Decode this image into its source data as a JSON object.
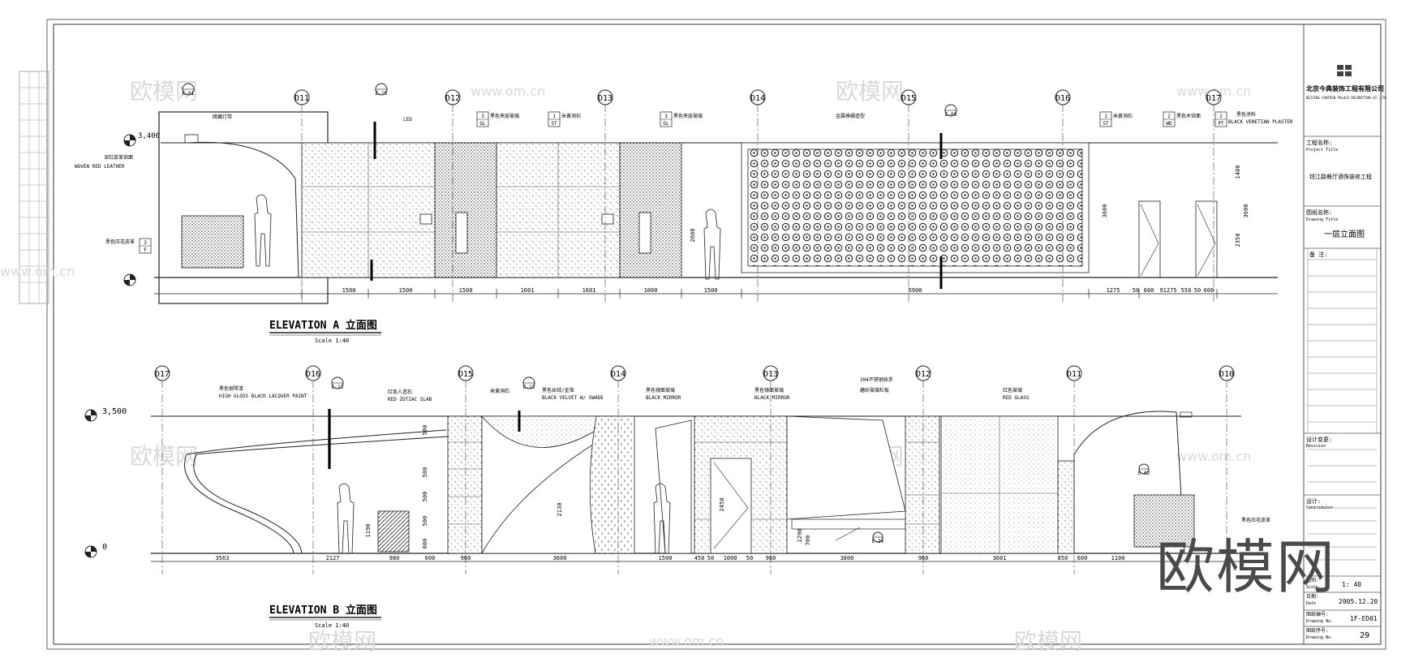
{
  "company": {
    "name": "北京今典装饰工程有限公司",
    "name_en": "BEIJING CANTEEN PALACE DECORATION CO.,LTD"
  },
  "title_block": {
    "project_label_cn": "工程名称:",
    "project_label_en": "Project Title",
    "project_name": "钱江路餐厅酒饰装修工程",
    "drawing_label_cn": "图纸名称:",
    "drawing_label_en": "Drawing Title",
    "drawing_title": "一层立面图",
    "remarks_label": "备 注:",
    "revision_label": "设计变更:",
    "revision_label_en": "Revision",
    "design_label": "设计:",
    "design_label_en": "Contributor",
    "scale_label": "比例:",
    "scale_label_en": "Scale",
    "scale_value": "1: 40",
    "date_label": "日期:",
    "date_label_en": "Date",
    "date_value": "2005.12.20",
    "drawing_no_label": "图纸编号:",
    "drawing_no_label_en": "Drawing No.",
    "drawing_no_value": "1F-ED01",
    "sheet_no_label": "图纸序号:",
    "sheet_no_label_en": "Drawing No.",
    "sheet_no_value": "29"
  },
  "elevation_a": {
    "title": "ELEVATION   A 立面图",
    "scale": "Scale    1:40",
    "level_top": "3,400",
    "grid_labels": [
      "D11",
      "D12",
      "D13",
      "D14",
      "D15",
      "D16",
      "D17"
    ],
    "callouts": [
      "E-01",
      "E-15",
      "E-08"
    ],
    "labels": {
      "light_slot": "暗藏灯带",
      "leather": "深红皮革饰面",
      "leather_en": "WOVEN RED LEATHER",
      "sofa_leather": "黑色压花皮革",
      "led": "LED",
      "glass1": "黑色夹层玻璃",
      "stone1": "米黄洞石",
      "glass2": "黑色夹层玻璃",
      "lattice": "金属格栅造型",
      "stone2": "米黄洞石",
      "door_panel": "黑色木饰面",
      "plaster": "黑色涂料",
      "plaster_en": "BLACK VENETIAN PLASTER"
    },
    "material_tags": [
      {
        "num": "3",
        "code": "GL"
      },
      {
        "num": "1",
        "code": "ST"
      },
      {
        "num": "3",
        "code": "GL"
      },
      {
        "num": "1",
        "code": "ST"
      },
      {
        "num": "2",
        "code": "WD"
      },
      {
        "num": "2",
        "code": "PT"
      },
      {
        "num": "3",
        "code": "F"
      }
    ],
    "dims": [
      "1500",
      "1500",
      "1500",
      "1601",
      "1601",
      "1000",
      "1500",
      "5900",
      "1275",
      "50",
      "600",
      "91275",
      "550",
      "50",
      "600"
    ],
    "heights": [
      "3600",
      "2600",
      "1400",
      "2350",
      "3600"
    ]
  },
  "elevation_b": {
    "title": "ELEVATION   B 立面图",
    "scale": "Scale    1:40",
    "level_top": "3,500",
    "level_zero": "0",
    "grid_labels": [
      "D17",
      "D16",
      "D15",
      "D14",
      "D13",
      "D12",
      "D11",
      "D10"
    ],
    "callouts": [
      "E-13",
      "E-13",
      "E-14",
      "E-02"
    ],
    "labels": {
      "lacquer": "黑色钢琴漆",
      "lacquer_en": "HIGH GLOSS BLACK LACQUER PAINT",
      "red_stone": "红色人造石",
      "red_stone_en": "RED ZOTIAC SLAB",
      "velvet": "黑色丝绒/金箔",
      "velvet_en": "BLACK VELVET W/ SWADE",
      "mirror": "黑色镜面玻璃",
      "mirror_en": "BLACK MIRROR",
      "mirror2": "黑色镜面玻璃",
      "mirror2_en": "BLACK MIRROR",
      "handrail": "304不锈钢扶手",
      "frosted": "磨砂玻璃栏板",
      "red_glass": "红色玻璃",
      "red_glass_en": "RED GLASS",
      "stone": "米黄洞石",
      "sofa": "黑色压花皮革"
    },
    "dims": [
      "3563",
      "2127",
      "980",
      "600",
      "960",
      "3600",
      "1500",
      "450",
      "50",
      "1000",
      "50",
      "960",
      "3800",
      "960",
      "3601",
      "850",
      "600",
      "1100"
    ],
    "panel_heights": [
      "500",
      "500",
      "500",
      "500",
      "600"
    ],
    "heights": [
      "2130",
      "2450",
      "1190",
      "1290",
      "700"
    ]
  },
  "watermark": {
    "text_cn": "欧模网",
    "text_url": "www.om.cn"
  }
}
